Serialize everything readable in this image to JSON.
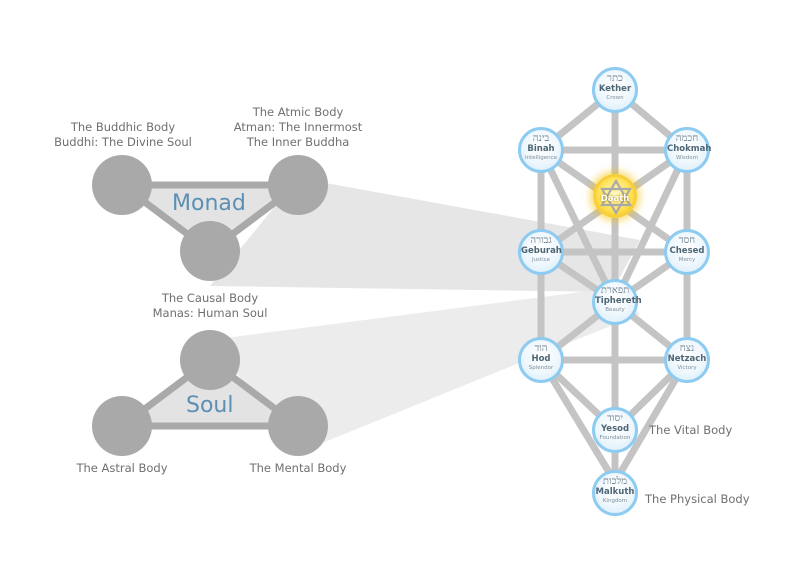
{
  "groups": {
    "monad": {
      "title": "Monad",
      "buddhic": [
        "The Buddhic Body",
        "Buddhi: The Divine Soul"
      ],
      "atmic": [
        "The Atmic Body",
        "Atman: The Innermost",
        "The Inner Buddha"
      ],
      "causal": [
        "The Causal Body",
        "Manas: Human Soul"
      ]
    },
    "soul": {
      "title": "Soul",
      "astral": "The Astral Body",
      "mental": "The Mental Body"
    }
  },
  "tree": {
    "kether": {
      "hebrew": "כתר",
      "name": "Kether",
      "meaning": "Crown"
    },
    "binah": {
      "hebrew": "בינה",
      "name": "Binah",
      "meaning": "Intelligence"
    },
    "chokmah": {
      "hebrew": "חכמה",
      "name": "Chokmah",
      "meaning": "Wisdom"
    },
    "daath": {
      "name": "Daath"
    },
    "geburah": {
      "hebrew": "גבורה",
      "name": "Geburah",
      "meaning": "Justice"
    },
    "chesed": {
      "hebrew": "חסד",
      "name": "Chesed",
      "meaning": "Mercy"
    },
    "tiphereth": {
      "hebrew": "תפארת",
      "name": "Tiphereth",
      "meaning": "Beauty"
    },
    "hod": {
      "hebrew": "הוד",
      "name": "Hod",
      "meaning": "Splendor"
    },
    "netzach": {
      "hebrew": "נצח",
      "name": "Netzach",
      "meaning": "Victory"
    },
    "yesod": {
      "hebrew": "יסוד",
      "name": "Yesod",
      "meaning": "Foundation"
    },
    "malkuth": {
      "hebrew": "מלכות",
      "name": "Malkuth",
      "meaning": "Kingdom"
    }
  },
  "annotations": {
    "vital": "The Vital Body",
    "physical": "The Physical Body"
  },
  "colors": {
    "grey_node": "#a9a9a9",
    "path": "#c4c4c4",
    "node_border": "#8dcbf0",
    "title": "#5b8fb3",
    "daath_gold": "#f4c000"
  }
}
